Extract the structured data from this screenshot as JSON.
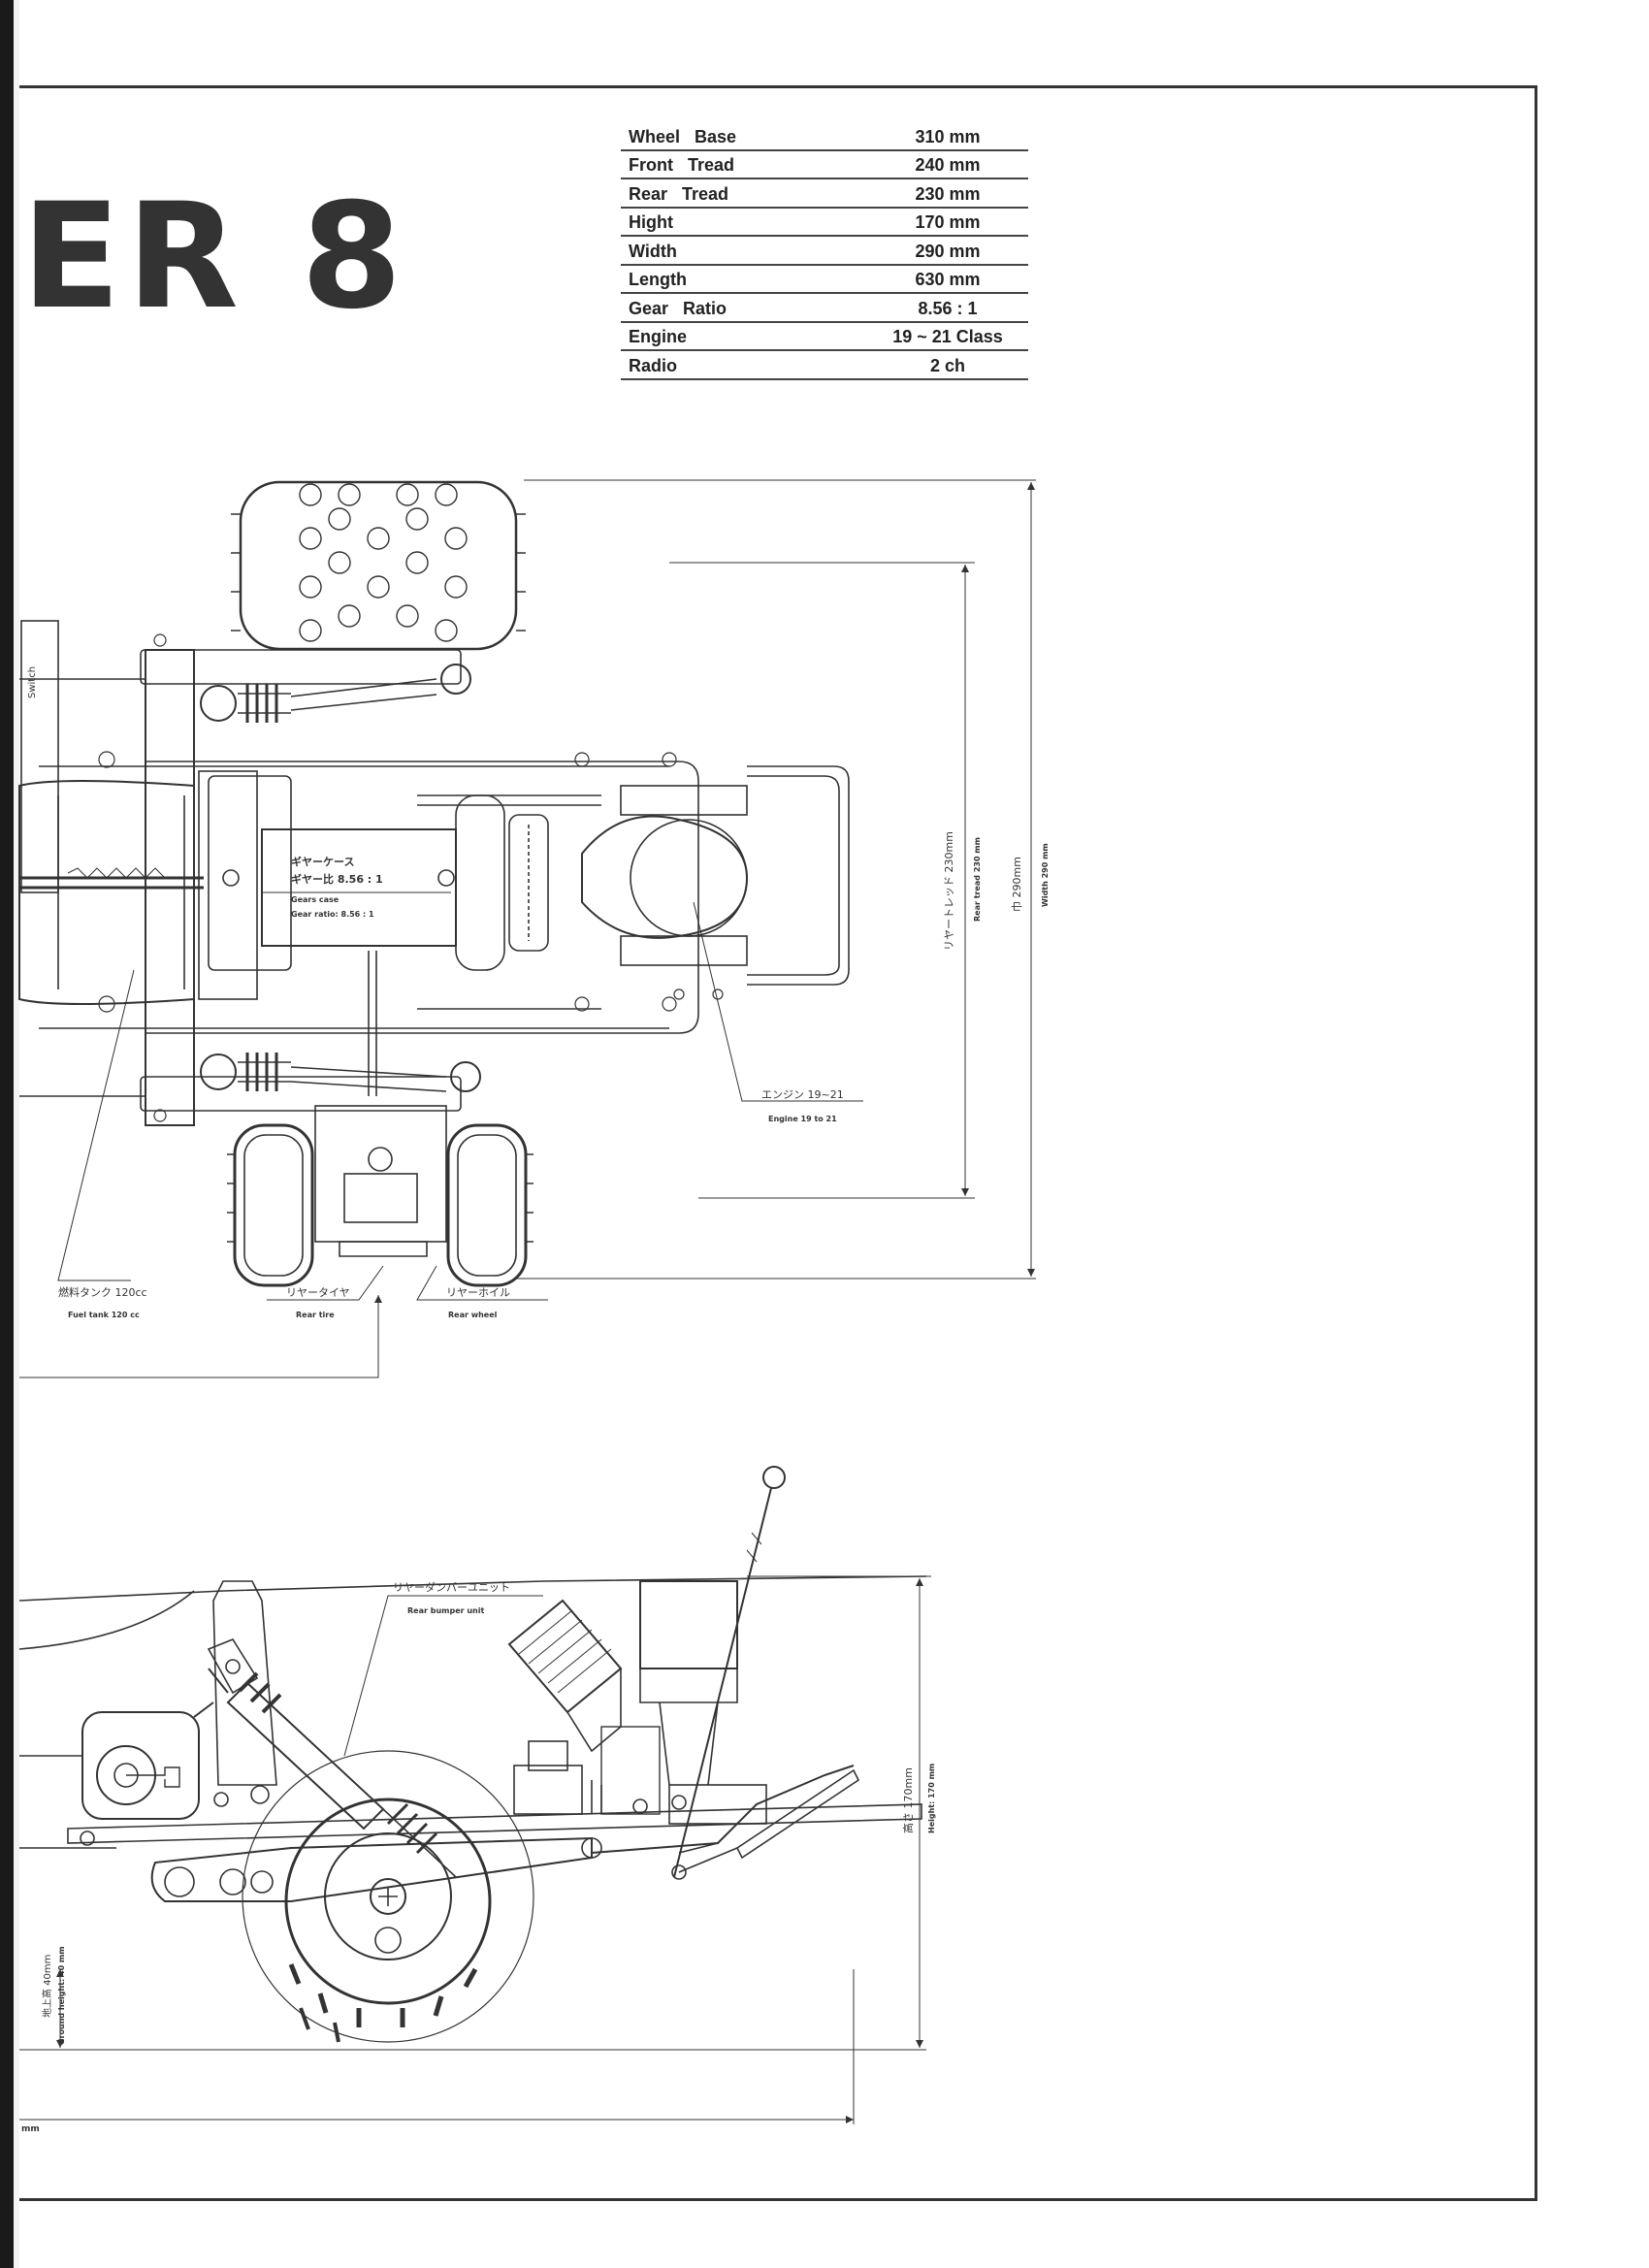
{
  "title": "ER 8",
  "specs": [
    {
      "label": "Wheel Base",
      "value": "310 mm"
    },
    {
      "label": "Front Tread",
      "value": "240 mm"
    },
    {
      "label": "Rear Tread",
      "value": "230 mm"
    },
    {
      "label": "Hight",
      "value": "170 mm"
    },
    {
      "label": "Width",
      "value": "290 mm"
    },
    {
      "label": "Length",
      "value": "630 mm"
    },
    {
      "label": "Gear Ratio",
      "value": "8.56 : 1"
    },
    {
      "label": "Engine",
      "value": "19 ~ 21 Class"
    },
    {
      "label": "Radio",
      "value": "2 ch"
    }
  ],
  "top_view": {
    "switch": "Switch",
    "gear_case_jp": "ギヤーケース",
    "gear_ratio_jp": "ギヤー比 8.56 : 1",
    "gear_case_en": "Gears case",
    "gear_ratio_en": "Gear ratio: 8.56 : 1",
    "engine_jp": "エンジン 19~21",
    "engine_en": "Engine 19 to 21",
    "fuel_tank_jp": "燃料タンク 120cc",
    "fuel_tank_en": "Fuel tank 120 cc",
    "rear_tire_jp": "リヤータイヤ",
    "rear_tire_en": "Rear tire",
    "rear_wheel_jp": "リヤーホイル",
    "rear_wheel_en": "Rear wheel",
    "rear_tread_jp": "リヤートレッド 230mm",
    "rear_tread_en": "Rear tread 230 mm",
    "width_jp": "巾 290mm",
    "width_en": "Width 290 mm"
  },
  "side_view": {
    "bumper_jp": "リヤーダンパーユニット",
    "bumper_en": "Rear bumper unit",
    "height_jp": "高さ 170mm",
    "height_en": "Height: 170 mm",
    "ground_jp": "地上高 40mm",
    "ground_en": "Ground height: 40 mm",
    "mm_fragment": "mm"
  }
}
